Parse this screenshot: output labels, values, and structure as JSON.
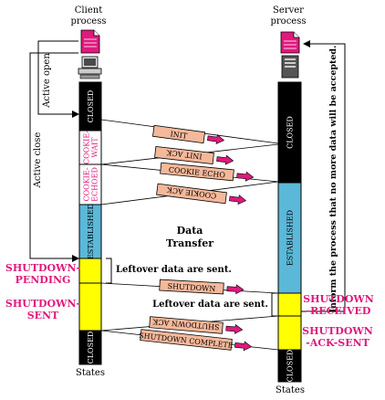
{
  "client": {
    "title_line1": "Client",
    "title_line2": "process",
    "bottom_label": "States",
    "side_labels": {
      "active_open": "Active open",
      "active_close": "Active close"
    }
  },
  "server": {
    "title_line1": "Server",
    "title_line2": "process",
    "bottom_label": "States"
  },
  "client_states": [
    {
      "id": "closed-top",
      "label": "CLOSED",
      "color": "#000000",
      "text_color": "#ffffff"
    },
    {
      "id": "cookie-wait",
      "label": "COOKIE-\nWAIT",
      "color": "#ffffff",
      "text_color": "#e0197d"
    },
    {
      "id": "cookie-echoed",
      "label": "COOKIE-\nECHOED",
      "color": "#ffffff",
      "text_color": "#e0197d"
    },
    {
      "id": "established",
      "label": "ESTABLISHED",
      "color": "#5bb8d8",
      "text_color": "#000000"
    },
    {
      "id": "shutdown-pending",
      "label": "",
      "color": "#ffff00",
      "text_color": "#000000"
    },
    {
      "id": "shutdown-sent",
      "label": "",
      "color": "#ffff00",
      "text_color": "#000000"
    },
    {
      "id": "closed-bottom",
      "label": "CLOSED",
      "color": "#000000",
      "text_color": "#ffffff"
    }
  ],
  "server_states": [
    {
      "id": "closed-top",
      "label": "CLOSED",
      "color": "#000000",
      "text_color": "#ffffff"
    },
    {
      "id": "established",
      "label": "ESTABLISHED",
      "color": "#5bb8d8",
      "text_color": "#000000"
    },
    {
      "id": "shutdown-received",
      "label": "",
      "color": "#ffff00",
      "text_color": "#000000"
    },
    {
      "id": "shutdown-ack-sent",
      "label": "",
      "color": "#ffff00",
      "text_color": "#000000"
    },
    {
      "id": "closed-bottom",
      "label": "CLOSED",
      "color": "#000000",
      "text_color": "#ffffff"
    }
  ],
  "state_callouts": {
    "shutdown_pending": "SHUTDOWN-\nPENDING",
    "shutdown_sent": "SHUTDOWN-\nSENT",
    "shutdown_received": "SHUTDOWN\n-RECEIVED",
    "shutdown_ack_sent": "SHUTDOWN\n-ACK-SENT",
    "color": "#e0197d"
  },
  "messages": [
    {
      "id": "init",
      "label": "INIT",
      "direction": "to-server"
    },
    {
      "id": "init-ack",
      "label": "INIT ACK",
      "direction": "to-client"
    },
    {
      "id": "cookie-echo",
      "label": "COOKIE ECHO",
      "direction": "to-server"
    },
    {
      "id": "cookie-ack",
      "label": "COOKIE ACK",
      "direction": "to-client"
    },
    {
      "id": "shutdown",
      "label": "SHUTDOWN",
      "direction": "to-server"
    },
    {
      "id": "shutdown-ack",
      "label": "SHUTDOWN ACK",
      "direction": "to-client"
    },
    {
      "id": "shutdown-complete",
      "label": "SHUTDOWN COMPLETE",
      "direction": "to-server"
    }
  ],
  "annotations": {
    "data_transfer_line1": "Data",
    "data_transfer_line2": "Transfer",
    "leftover_client": "Leftover data are sent.",
    "leftover_server": "Leftover data are sent.",
    "inform_process": "Inform the process that no more data will be accepted."
  },
  "colors": {
    "label_box": "#f4b89a",
    "arrow_head": "#e0197d",
    "callout": "#e0197d",
    "established": "#5bb8d8",
    "shutdown": "#ffff00"
  }
}
